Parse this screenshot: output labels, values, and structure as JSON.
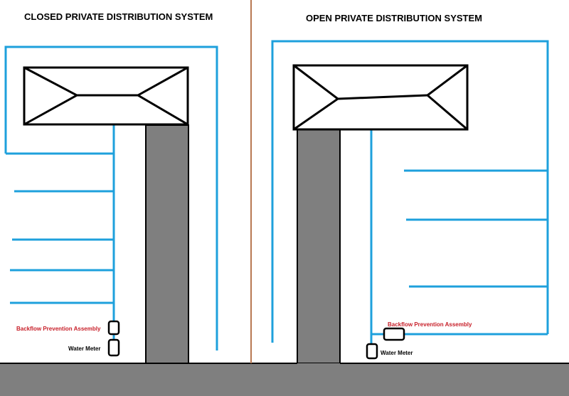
{
  "left_panel": {
    "title": "CLOSED PRIVATE DISTRIBUTION SYSTEM",
    "backflow_label": "Backflow Prevention Assembly",
    "meter_label": "Water Meter"
  },
  "right_panel": {
    "title": "OPEN PRIVATE DISTRIBUTION SYSTEM",
    "backflow_label": "Backflow Prevention Assembly",
    "meter_label": "Water Meter"
  },
  "colors": {
    "pipe": "#1ea0dc",
    "road": "#7f7f7f",
    "outline": "#000000",
    "divider": "#b87852",
    "backflow_label": "#c8202a",
    "meter_label": "#000000"
  }
}
